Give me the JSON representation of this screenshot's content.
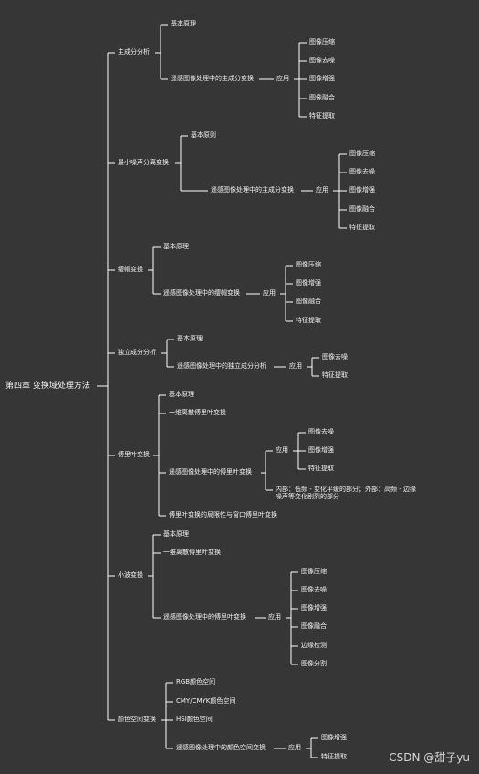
{
  "root": "第四章 变换域处理方法",
  "watermark": "CSDN @甜子yu",
  "branches": [
    {
      "label": "主成分分析",
      "children": [
        {
          "label": "基本原理"
        },
        {
          "label": "遥感图像处理中的主成分变换",
          "children": [
            {
              "label": "应用",
              "children": [
                "图像压缩",
                "图像去噪",
                "图像增强",
                "图像融合",
                "特征提取"
              ]
            }
          ]
        }
      ]
    },
    {
      "label": "最小噪声分离变换",
      "children": [
        {
          "label": "基本原则"
        },
        {
          "label": "遥感图像处理中的主成分变换",
          "children": [
            {
              "label": "应用",
              "children": [
                "图像压缩",
                "图像去噪",
                "图像增强",
                "图像融合",
                "特征提取"
              ]
            }
          ]
        }
      ]
    },
    {
      "label": "缨帽变换",
      "children": [
        {
          "label": "基本原理"
        },
        {
          "label": "遥感图像处理中的缨帽变换",
          "children": [
            {
              "label": "应用",
              "children": [
                "图像压缩",
                "图像增强",
                "图像融合",
                "特征提取"
              ]
            }
          ]
        }
      ]
    },
    {
      "label": "独立成分分析",
      "children": [
        {
          "label": "基本原理"
        },
        {
          "label": "遥感图像处理中的独立成分分析",
          "children": [
            {
              "label": "应用",
              "children": [
                "图像去噪",
                "特征提取"
              ]
            }
          ]
        }
      ]
    },
    {
      "label": "傅里叶变换",
      "children": [
        {
          "label": "基本原理"
        },
        {
          "label": "一维离散傅里叶变换"
        },
        {
          "label": "遥感图像处理中的傅里叶变换",
          "children": [
            {
              "label": "应用",
              "children": [
                "图像去噪",
                "图像增强",
                "特征提取"
              ]
            },
            {
              "label": "内部：低频 - 变化平缓的部分；外部：高频 - 边缘噪声等变化剧烈的部分"
            }
          ]
        },
        {
          "label": "傅里叶变换的局限性与窗口傅里叶变换"
        }
      ]
    },
    {
      "label": "小波变换",
      "children": [
        {
          "label": "基本原理"
        },
        {
          "label": "一维离散傅里叶变换"
        },
        {
          "label": "遥感图像处理中的傅里叶变换",
          "children": [
            {
              "label": "应用",
              "children": [
                "图像压缩",
                "图像去噪",
                "图像增强",
                "图像融合",
                "边缘检测",
                "图像分割"
              ]
            }
          ]
        }
      ]
    },
    {
      "label": "颜色空间变换",
      "children": [
        {
          "label": "RGB颜色空间"
        },
        {
          "label": "CMY/CMYK颜色空间"
        },
        {
          "label": "HSI颜色空间"
        },
        {
          "label": "遥感图像处理中的颜色空间变换",
          "children": [
            {
              "label": "应用",
              "children": [
                "图像增强",
                "特征提取"
              ]
            }
          ]
        }
      ]
    }
  ]
}
